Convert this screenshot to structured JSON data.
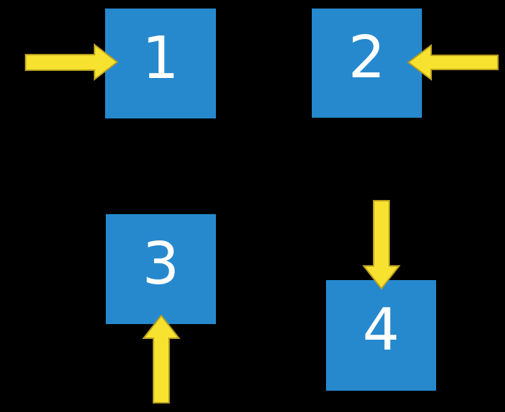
{
  "scene": {
    "background_color": "#000000",
    "box_color": "#2689ce",
    "arrow_fill": "#f7e22f",
    "arrow_outline": "#b99e1f",
    "label_color": "#ffffff"
  },
  "boxes": [
    {
      "label": "1",
      "arrow_direction": "right-into-left-side"
    },
    {
      "label": "2",
      "arrow_direction": "left-into-right-side"
    },
    {
      "label": "3",
      "arrow_direction": "up-into-bottom-side"
    },
    {
      "label": "4",
      "arrow_direction": "down-into-top-side"
    }
  ]
}
